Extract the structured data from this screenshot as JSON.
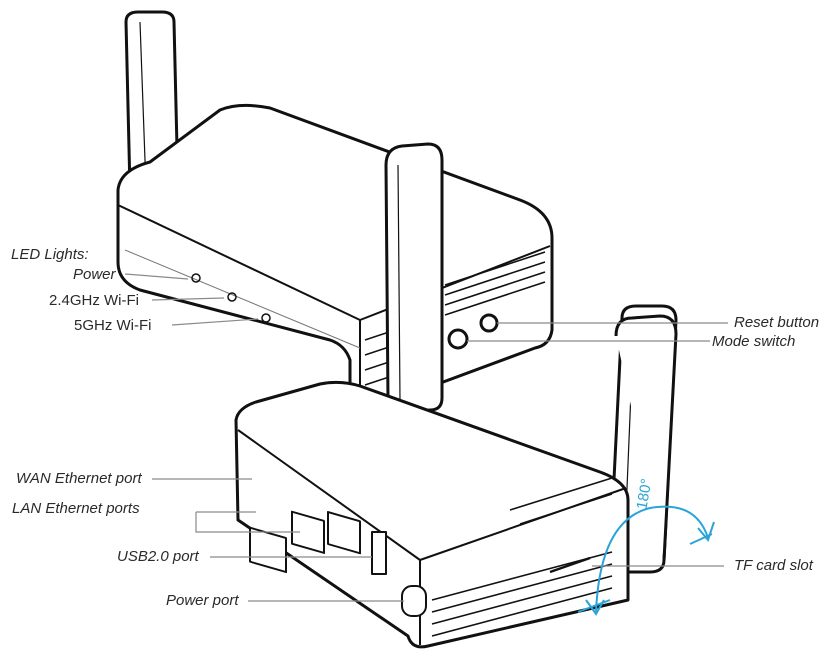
{
  "labels": {
    "led_lights": "LED Lights:",
    "power": "Power",
    "wifi_24": "2.4GHz Wi-Fi",
    "wifi_5": "5GHz Wi-Fi",
    "reset_button": "Reset button",
    "mode_switch": "Mode switch",
    "wan_port": "WAN Ethernet port",
    "lan_ports": "LAN Ethernet ports",
    "usb_port": "USB2.0 port",
    "power_port": "Power port",
    "tf_slot": "TF card slot",
    "rotation": "180°"
  },
  "colors": {
    "outline": "#111111",
    "leader": "#8a8a8a",
    "accent": "#2aa4d8"
  }
}
